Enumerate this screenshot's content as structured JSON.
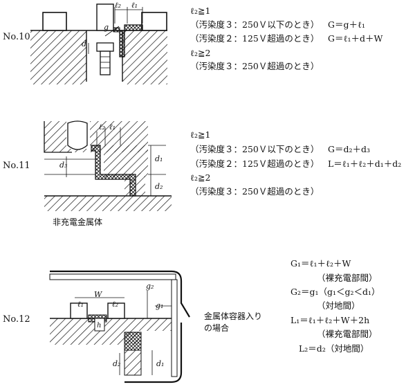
{
  "case10": {
    "label": "No.10",
    "lines": [
      "ℓ₂≧1",
      "（汚染度３：250Ｖ以下のとき）",
      "（汚染度２：125Ｖ超過のとき）",
      "ℓ₂≧2",
      "（汚染度３：250Ｖ超過のとき）"
    ],
    "formula1": "G＝g＋ℓ₁",
    "formula2": "G＝ℓ₁＋d＋W",
    "dims": {
      "l2": "ℓ₂",
      "l1": "ℓ₁",
      "g": "g",
      "d": "d"
    }
  },
  "case11": {
    "label": "No.11",
    "lines": [
      "ℓ₂≧1",
      "（汚染度３：250Ｖ以下のとき）",
      "（汚染度２：125Ｖ超過のとき）",
      "ℓ₂≧2",
      "（汚染度３：250Ｖ超過のとき）"
    ],
    "formula1": "G＝d₂＋d₃",
    "formula2": "L＝ℓ₁＋ℓ₂＋d₁＋d₂",
    "dims": {
      "l2": "ℓ₂",
      "l1": "ℓ₁",
      "d1": "d₁",
      "d2": "d₂",
      "d3": "d₃",
      "d1r": "d₁"
    },
    "caption": "非充電金属体"
  },
  "case12": {
    "label": "No.12",
    "caption_line1": "金属体容器入り",
    "caption_line2": "の場合",
    "formulas": [
      "G₁＝ℓ₁＋ℓ₂＋W",
      "（裸充電部間）",
      "G₂＝g₁（g₁＜g₂＜d₁）",
      "（対地間）",
      "L₁＝ℓ₁＋ℓ₂＋W＋2h",
      "（裸充電部間）",
      "L₂＝d₂（対地間）"
    ],
    "dims": {
      "W": "W",
      "l1": "ℓ₁",
      "l2": "ℓ₂",
      "g1": "g₁",
      "g2": "g₂",
      "h": "h",
      "d2": "d₂",
      "d1": "d₁"
    }
  }
}
